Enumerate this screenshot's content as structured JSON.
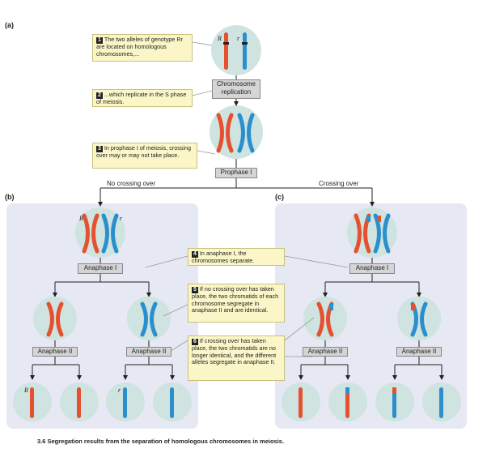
{
  "panels": {
    "a": "(a)",
    "b": "(b)",
    "c": "(c)"
  },
  "callouts": {
    "c1": {
      "num": "1",
      "text": "The two alleles of genotype Rr are located on homologous chromosomes,..."
    },
    "c2": {
      "num": "2",
      "text": "...which replicate in the S phase of meiosis."
    },
    "c3": {
      "num": "3",
      "text": "In prophase I of meiosis, crossing over may or may not take place."
    },
    "c4": {
      "num": "4",
      "text": "In anaphase I, the chromosomes separate."
    },
    "c5": {
      "num": "5",
      "text": "If no crossing over has taken place, the two chromatids of each chromosome segregate in anaphase II and are identical."
    },
    "c6": {
      "num": "6",
      "text": "If crossing over has taken place, the two chromatids are no longer identical, and the different alleles segregate in anaphase II."
    }
  },
  "stages": {
    "replication": "Chromosome replication",
    "prophase": "Prophase I",
    "anaphase1_left": "Anaphase I",
    "anaphase1_right": "Anaphase I",
    "anaphase2_ll": "Anaphase II",
    "anaphase2_lr": "Anaphase II",
    "anaphase2_rl": "Anaphase II",
    "anaphase2_rr": "Anaphase II"
  },
  "branches": {
    "left": "No crossing over",
    "right": "Crossing over"
  },
  "alleles": {
    "dominant": "R",
    "recessive": "r"
  },
  "caption": "3.6 Segregation results from the separation of homologous chromosomes in meiosis.",
  "colors": {
    "red": "#e5502f",
    "blue": "#2a8fcc",
    "cell": "#cfe3e0",
    "panel_bg": "#e6e8f3"
  }
}
